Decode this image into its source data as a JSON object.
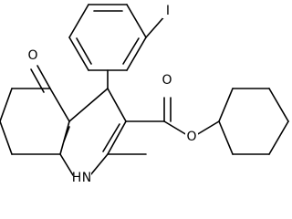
{
  "molecule": {
    "atoms": [
      {
        "element": "I",
        "label": "I"
      },
      {
        "element": "O",
        "label": "O"
      },
      {
        "element": "O",
        "label": "O"
      },
      {
        "element": "O",
        "label": "O"
      },
      {
        "element": "N",
        "label": "N"
      },
      {
        "element": "H",
        "label": "H"
      }
    ]
  },
  "colors": {
    "bond": "#000000",
    "label": "#000000",
    "background": "#ffffff"
  }
}
